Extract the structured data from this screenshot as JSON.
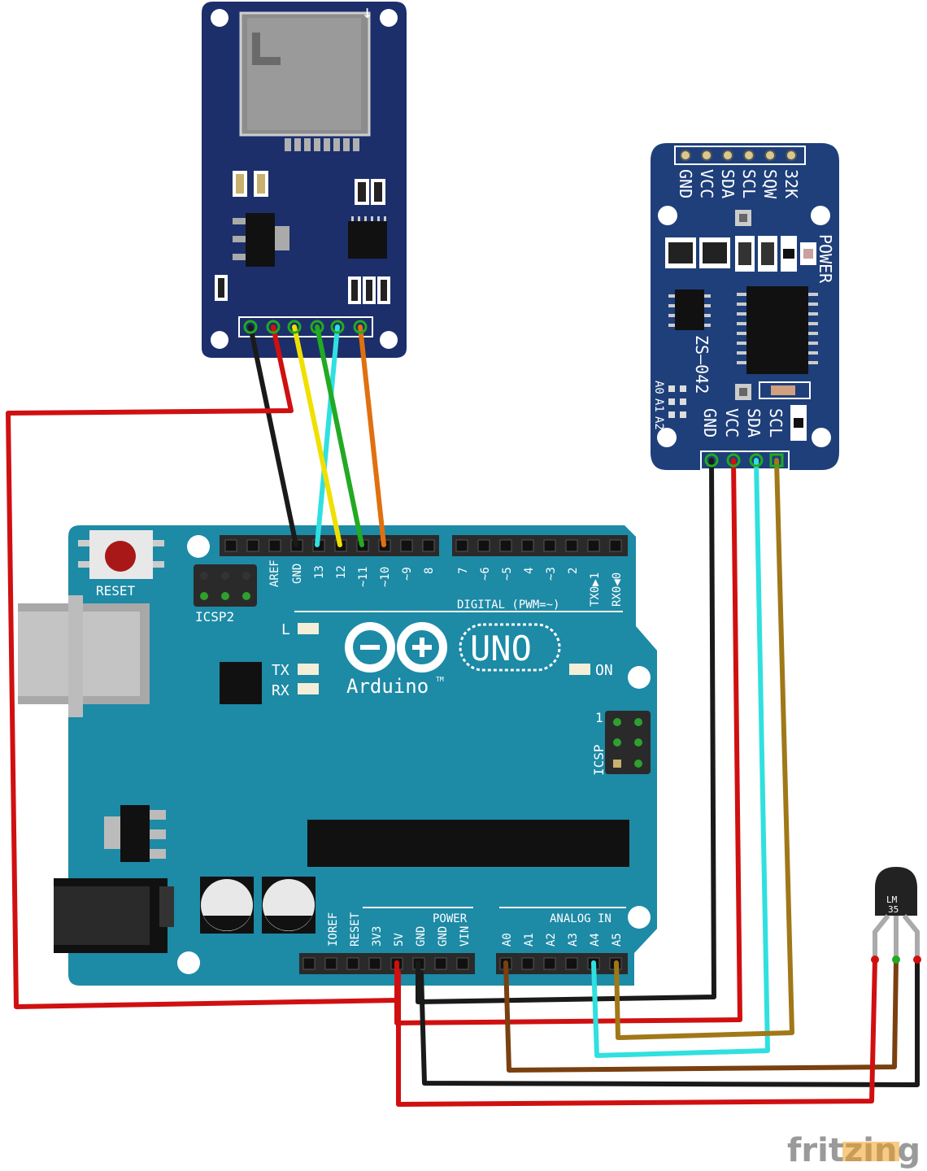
{
  "arduino": {
    "reset_label": "RESET",
    "icsp2_label": "ICSP2",
    "icsp_label": "ICSP",
    "icsp_pin1": "1",
    "brand": "Arduino",
    "tm": "TM",
    "model": "UNO",
    "led_l": "L",
    "led_tx": "TX",
    "led_rx": "RX",
    "led_on": "ON",
    "digital_label": "DIGITAL (PWM=~)",
    "power_label": "POWER",
    "analog_label": "ANALOG IN",
    "digital_pins_left": [
      "AREF",
      "GND",
      "13",
      "12",
      "~11",
      "~10",
      "~9",
      "8"
    ],
    "digital_pins_right": [
      "7",
      "~6",
      "~5",
      "4",
      "~3",
      "2",
      "TX0▶1",
      "RX0◀0"
    ],
    "power_pins": [
      "IOREF",
      "RESET",
      "3V3",
      "5V",
      "GND",
      "GND",
      "VIN"
    ],
    "analog_pins": [
      "A0",
      "A1",
      "A2",
      "A3",
      "A4",
      "A5"
    ]
  },
  "rtc": {
    "top_pins": [
      "GND",
      "VCC",
      "SDA",
      "SCL",
      "SQW",
      "32K"
    ],
    "bottom_pins": [
      "GND",
      "VCC",
      "SDA",
      "SCL"
    ],
    "model": "ZS—042",
    "power_label": "POWER",
    "addr_labels": [
      "A0",
      "A1",
      "A2"
    ]
  },
  "sensor": {
    "line1": "LM",
    "line2": "35"
  },
  "watermark": "fritzing",
  "colors": {
    "arduino_board": "#1d8aa6",
    "module_board": "#1c2f6b",
    "rtc_board": "#1e3f7a",
    "wire_red": "#d01010",
    "wire_black": "#1a1a1a",
    "wire_yellow": "#f0e000",
    "wire_green": "#22aa22",
    "wire_cyan": "#30e0e0",
    "wire_orange": "#e07010",
    "wire_brown": "#7a4010",
    "wire_gold": "#a07818"
  }
}
